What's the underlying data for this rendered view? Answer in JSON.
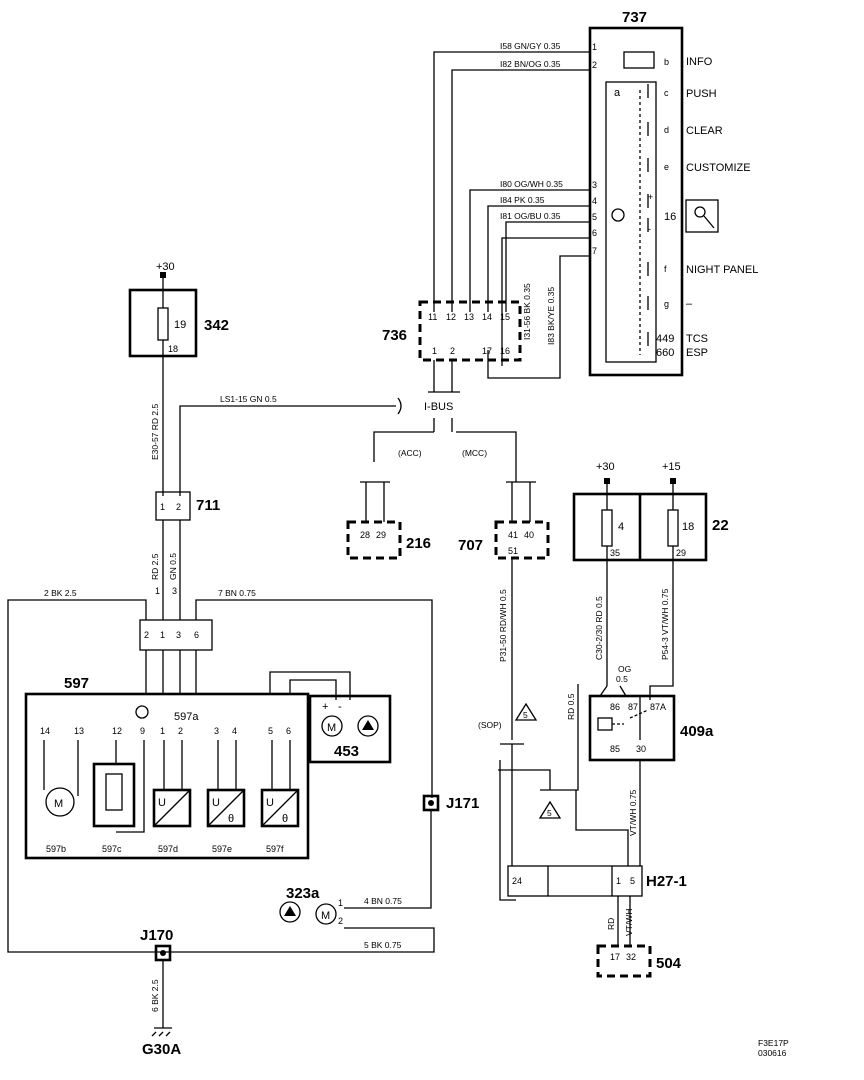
{
  "modules": {
    "m737": {
      "id": "737",
      "inner_a": "a",
      "pins": {
        "b": "b",
        "c": "c",
        "d": "d",
        "e": "e",
        "plus": "+",
        "minus": "-",
        "p16": "16",
        "f": "f",
        "g": "g",
        "p449": "449",
        "p660": "660"
      },
      "labels": {
        "info": "INFO",
        "push": "PUSH",
        "clear": "CLEAR",
        "customize": "CUSTOMIZE",
        "night": "NIGHT PANEL",
        "dash": "–",
        "tcs": "TCS",
        "esp": "ESP"
      },
      "left_pins": [
        "1",
        "2",
        "3",
        "4",
        "5",
        "6",
        "7"
      ]
    },
    "m736": {
      "id": "736",
      "pins": [
        "11",
        "12",
        "13",
        "14",
        "15",
        "1",
        "2",
        "17",
        "16"
      ]
    },
    "m216": {
      "id": "216",
      "pins": [
        "28",
        "29"
      ]
    },
    "m707": {
      "id": "707",
      "pins": [
        "41",
        "40",
        "51"
      ]
    },
    "m22": {
      "id": "22",
      "fuses": [
        "4",
        "18"
      ],
      "pins": [
        "35",
        "29"
      ]
    },
    "m409a": {
      "id": "409a",
      "pins": [
        "86",
        "87",
        "87A",
        "85",
        "30"
      ],
      "og": "OG",
      "og_size": "0.5"
    },
    "h27": {
      "id": "H27-1",
      "pins": [
        "24",
        "1",
        "5"
      ]
    },
    "m504": {
      "id": "504",
      "pins": [
        "17",
        "32"
      ]
    },
    "m342": {
      "id": "342",
      "fuse": "19",
      "pin": "18"
    },
    "m711": {
      "id": "711",
      "pins": [
        "1",
        "2"
      ],
      "wire_num": [
        "1",
        "3"
      ]
    },
    "m597": {
      "id": "597",
      "sub": "597a",
      "conn_pins": [
        "2",
        "1",
        "3",
        "6"
      ],
      "pins": [
        "14",
        "13",
        "12",
        "9",
        "1",
        "2",
        "3",
        "4",
        "5",
        "6"
      ],
      "subs": [
        "597b",
        "597c",
        "597d",
        "597e",
        "597f"
      ]
    },
    "m453": {
      "id": "453"
    },
    "m323a": {
      "id": "323a",
      "pins": [
        "1",
        "2"
      ]
    }
  },
  "wires": {
    "w737": [
      "I58  GN/GY  0.35",
      "I82  BN/OG  0.35",
      "I80  OG/WH  0.35",
      "I84  PK   0.35",
      "I81  OG/BU  0.35",
      "I31-56  BK  0.35",
      "I83  BK/YE  0.35"
    ],
    "ls1": "LS1-15  GN   0.5",
    "p31_50": "P31-50  RD/WH  0.5",
    "c30": "C30-2/30  RD  0.5",
    "p54": "P54-3  VT/WH  0.75",
    "rd": "RD  0.5",
    "vtwh": "VT/WH  0.75",
    "rd_short": "RD",
    "vtwh_short": "VT/WH",
    "e30": "E30-57  RD  2.5",
    "rd25": "RD  2.5",
    "gn05": "GN  0.5",
    "bk25": "2  BK  2.5",
    "bn075": "7  BN  0.75",
    "bn075b": "4  BN  0.75",
    "bk075": "5  BK  0.75",
    "ground": "6  BK  2.5"
  },
  "bus": {
    "ibus": "I-BUS",
    "acc": "(ACC)",
    "mcc": "(MCC)",
    "sop": "(SOP)"
  },
  "notes": {
    "n5": "5"
  },
  "supply": {
    "plus30": "+30",
    "plus15": "+15"
  },
  "symbols": {
    "m": "M",
    "u": "U",
    "theta": "θ",
    "plus": "+",
    "minus": "-"
  },
  "junctions": {
    "j171": "J171",
    "j170": "J170",
    "g30a": "G30A"
  },
  "footer": {
    "ref": "F3E17P",
    "code": "030616"
  }
}
